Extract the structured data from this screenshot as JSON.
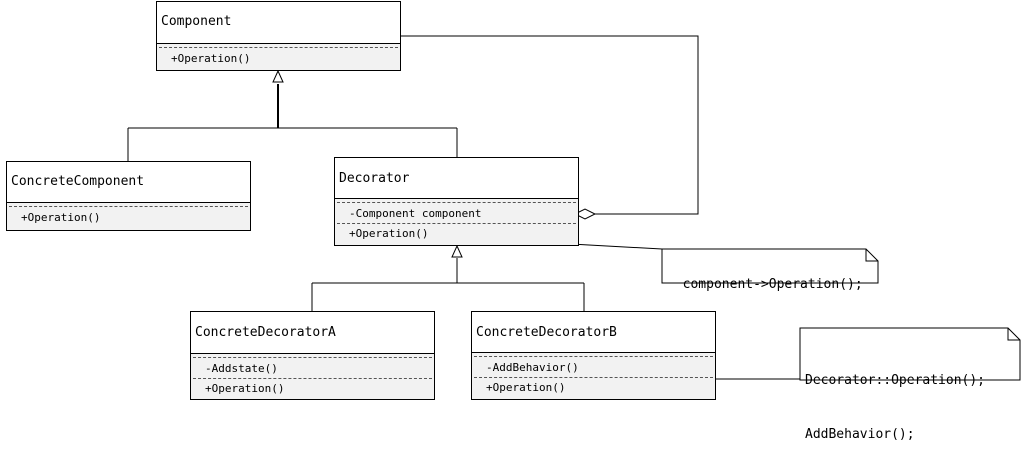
{
  "classes": {
    "component": {
      "name": "Component",
      "operations": [
        "+Operation()"
      ]
    },
    "concrete_component": {
      "name": "ConcreteComponent",
      "operations": [
        "+Operation()"
      ]
    },
    "decorator": {
      "name": "Decorator",
      "attributes": [
        "-Component component"
      ],
      "operations": [
        "+Operation()"
      ]
    },
    "concrete_decorator_a": {
      "name": "ConcreteDecoratorA",
      "attributes": [
        "-Addstate()"
      ],
      "operations": [
        "+Operation()"
      ]
    },
    "concrete_decorator_b": {
      "name": "ConcreteDecoratorB",
      "attributes": [
        "-AddBehavior()"
      ],
      "operations": [
        "+Operation()"
      ]
    }
  },
  "notes": {
    "decorator_note": "component->Operation();",
    "decorator_b_note_line1": "Decorator::Operation();",
    "decorator_b_note_line2": "AddBehavior();"
  }
}
